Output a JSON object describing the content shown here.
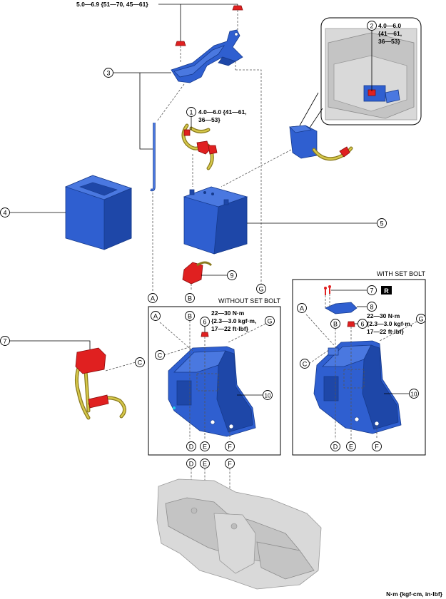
{
  "torques": {
    "top": "5.0—6.9 {51—70, 45—61}",
    "item2_line1": "4.0—6.0",
    "item2_line2": "{41—61,",
    "item2_line3": "36—53}",
    "item1_line1": "4.0—6.0 {41—61,",
    "item1_line2": "36—53}",
    "set_bolt_line1": "22—30 N·m",
    "set_bolt_line2": "{2.3—3.0 kgf·m,",
    "set_bolt_line3": "17—22 ft·lbf}"
  },
  "callouts": {
    "n1": "1",
    "n2": "2",
    "n3": "3",
    "n4": "4",
    "n5": "5",
    "n6": "6",
    "n7": "7",
    "n8": "8",
    "n9": "9",
    "n10": "10"
  },
  "letters": {
    "A": "A",
    "B": "B",
    "C": "C",
    "D": "D",
    "E": "E",
    "F": "F",
    "G": "G"
  },
  "boxes": {
    "without_set_bolt": "WITHOUT SET BOLT",
    "with_set_bolt": "WITH SET BOLT",
    "replace_badge": "R"
  },
  "footer_units": "N·m {kgf·cm, in·lbf}",
  "colors": {
    "part_blue": "#2f5fd0",
    "fastener_red": "#e02020",
    "harness_yellow": "#d6c84a",
    "body_gray": "#d9d9d9"
  }
}
